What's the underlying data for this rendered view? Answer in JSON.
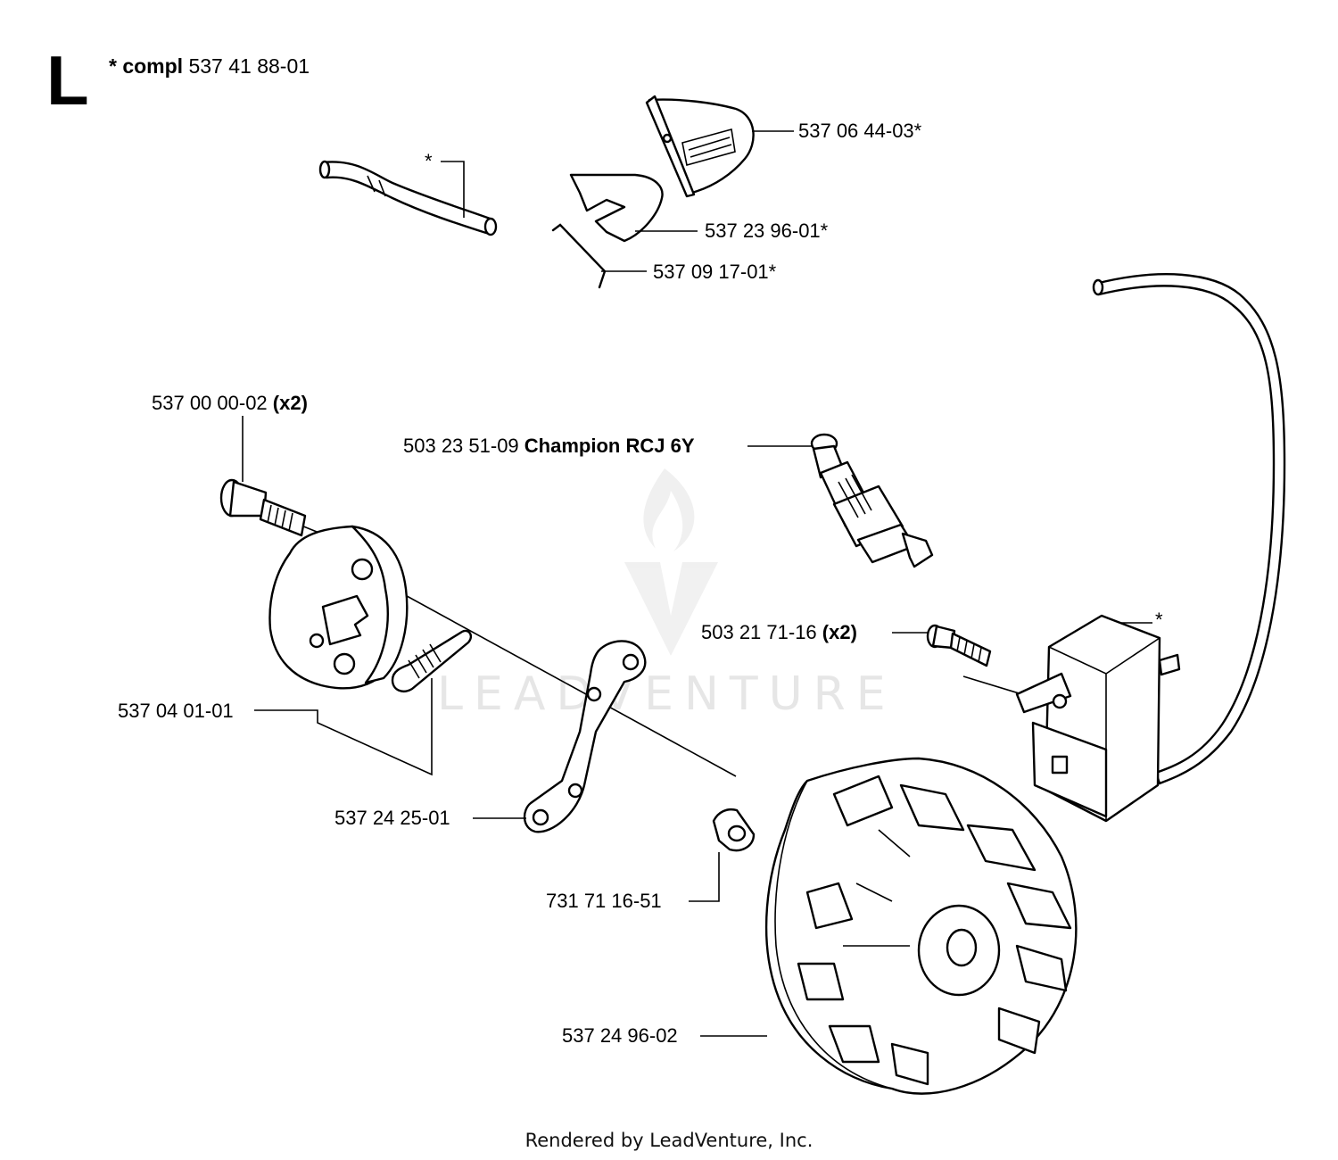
{
  "section": {
    "letter": "L",
    "compl_marker": "* compl",
    "compl_number": "537 41 88-01"
  },
  "parts": {
    "fuel_hose_marker": "*",
    "ignition_module_marker": "*",
    "cover_top": "537 06 44-03*",
    "cover_plate": "537 23 96-01*",
    "spring_wire": "537 09 17-01*",
    "screw_pair": {
      "number": "537 00 00-02",
      "qty": "(x2)"
    },
    "spark_plug": {
      "number": "503 23 51-09",
      "name": "Champion RCJ 6Y"
    },
    "module_screw": {
      "number": "503 21 71-16",
      "qty": "(x2)"
    },
    "clutch_assembly": "537 04 01-01",
    "link_plate": "537 24 25-01",
    "washer_nut": "731 71 16-51",
    "flywheel": "537 24 96-02"
  },
  "watermark": "LEADVENTURE",
  "footer": "Rendered by LeadVenture, Inc."
}
